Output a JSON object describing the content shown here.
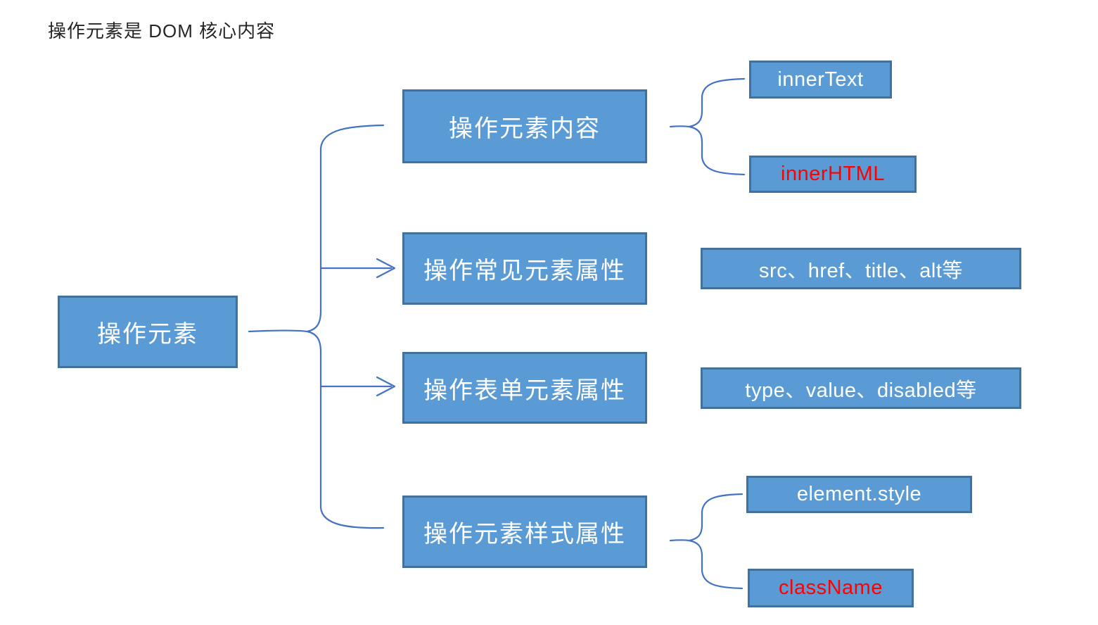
{
  "title": "操作元素是 DOM 核心内容",
  "colors": {
    "box_fill": "#5B9BD5",
    "box_border": "#41719C",
    "line": "#4472C4",
    "text_white": "#FFFFFF",
    "text_red": "#FF0000",
    "title_color": "#262626",
    "background": "#FFFFFF"
  },
  "root": {
    "label": "操作元素"
  },
  "branches": [
    {
      "label": "操作元素内容",
      "children": [
        {
          "label": "innerText",
          "emphasis": false
        },
        {
          "label": "innerHTML",
          "emphasis": true
        }
      ]
    },
    {
      "label": "操作常见元素属性",
      "children": [
        {
          "label": "src、href、title、alt等",
          "emphasis": false
        }
      ]
    },
    {
      "label": "操作表单元素属性",
      "children": [
        {
          "label": "type、value、disabled等",
          "emphasis": false
        }
      ]
    },
    {
      "label": "操作元素样式属性",
      "children": [
        {
          "label": "element.style",
          "emphasis": false
        },
        {
          "label": "className",
          "emphasis": true
        }
      ]
    }
  ]
}
